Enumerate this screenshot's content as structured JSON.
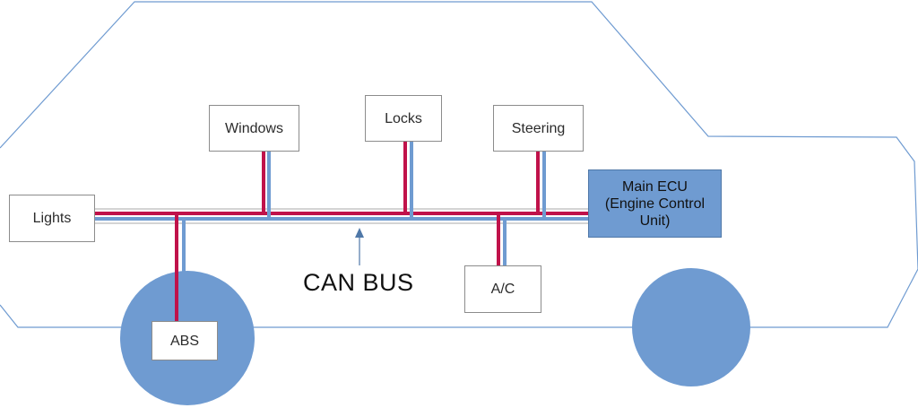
{
  "colors": {
    "car_outline": "#6f9bd1",
    "wheel_fill": "#6f9bd1",
    "can_high_wire": "#c0124a",
    "can_low_wire": "#6f9bd1",
    "box_border": "#8c8c8c",
    "ecu_fill": "#6f9bd1"
  },
  "bus": {
    "label": "CAN BUS"
  },
  "nodes": {
    "lights": "Lights",
    "windows": "Windows",
    "locks": "Locks",
    "steering": "Steering",
    "abs": "ABS",
    "ac": "A/C"
  },
  "ecu": {
    "line1": "Main ECU",
    "line2": "(Engine Control",
    "line3": "Unit)"
  }
}
